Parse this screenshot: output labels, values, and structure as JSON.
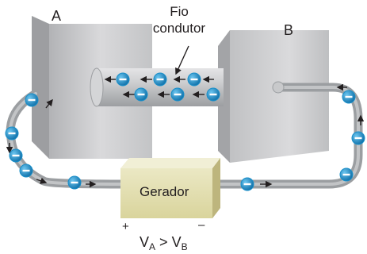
{
  "labels": {
    "plate_a": "A",
    "plate_b": "B",
    "wire": [
      "Fio",
      "condutor"
    ],
    "generator": "Gerador",
    "plus": "+",
    "minus": "–",
    "relation": {
      "v": "V",
      "a": "A",
      "gt": ">",
      "b": "B"
    }
  },
  "colors": {
    "plate": "#c9c9cb",
    "wire": "#a5a7aa",
    "generator": "#e6e2b4",
    "electron": "#1a8fc9",
    "text": "#231f20"
  },
  "icons": {
    "electron": "electron-icon",
    "arrow": "arrow-icon"
  }
}
